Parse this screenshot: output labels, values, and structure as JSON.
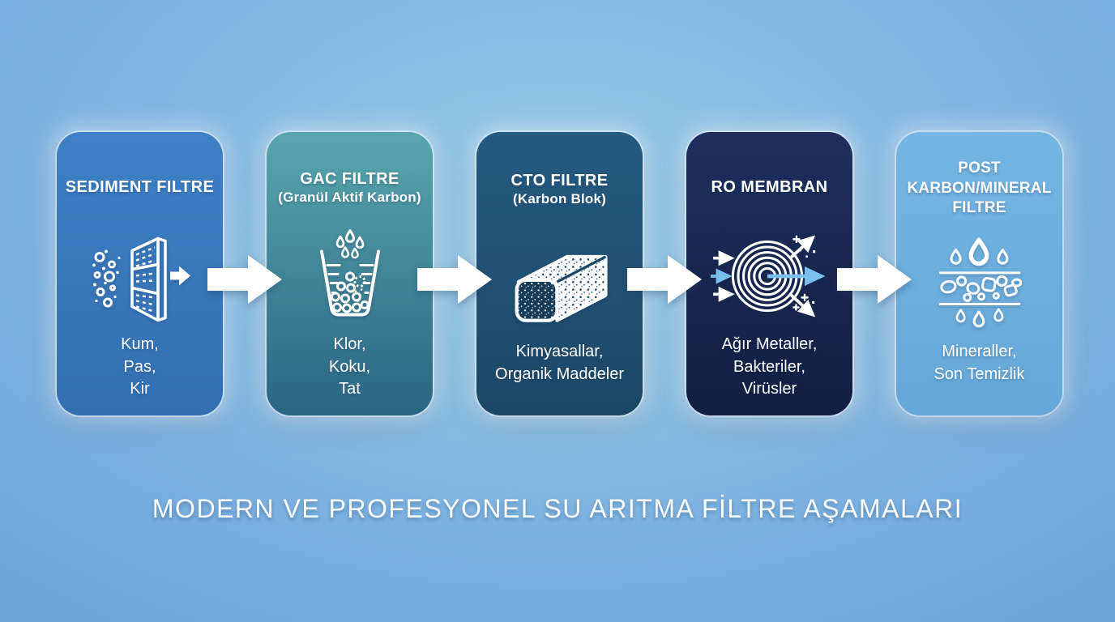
{
  "main_title": "MODERN VE PROFESYONEL SU ARITMA FİLTRE AŞAMALARI",
  "background": {
    "center_tint": "#a0d7d7",
    "base_light": "#90c4e9",
    "base_edge": "#6197ce"
  },
  "flow": {
    "arrow_icon": "flow-arrow-icon",
    "arrow_color": "#ffffff",
    "arrow_count": 4
  },
  "accent_colors": {
    "ro_flow_arrow": "#79c1ec",
    "icon_stroke": "#ffffff"
  },
  "cards": [
    {
      "title": "SEDIMENT FILTRE",
      "subtitle": "",
      "icon": "sediment-filter-icon",
      "removes": "Kum,\nPas,\nKir",
      "color_top": "#3f80c4",
      "color_bottom": "#336fb2"
    },
    {
      "title": "GAC FILTRE",
      "subtitle": "(Granül Aktif Karbon)",
      "icon": "gac-filter-cup-icon",
      "removes": "Klor,\nKoku,\nTat",
      "color_top": "#59a6ad",
      "color_bottom": "#2b6584"
    },
    {
      "title": "CTO FILTRE",
      "subtitle": "(Karbon Blok)",
      "icon": "carbon-block-icon",
      "removes": "Kimyasallar,\nOrganik Maddeler",
      "color_top": "#255b81",
      "color_bottom": "#1c4767"
    },
    {
      "title": "RO MEMBRAN",
      "subtitle": "",
      "icon": "ro-membrane-icon",
      "removes": "Ağır Metaller,\nBakteriler,\nVirüsler",
      "color_top": "#1e2f5e",
      "color_bottom": "#131e42"
    },
    {
      "title": "POST KARBON/MINERAL FILTRE",
      "subtitle": "",
      "icon": "post-mineral-icon",
      "removes": "Mineraller,\nSon Temizlik",
      "color_top": "#75b5e1",
      "color_bottom": "#66a7d7"
    }
  ]
}
